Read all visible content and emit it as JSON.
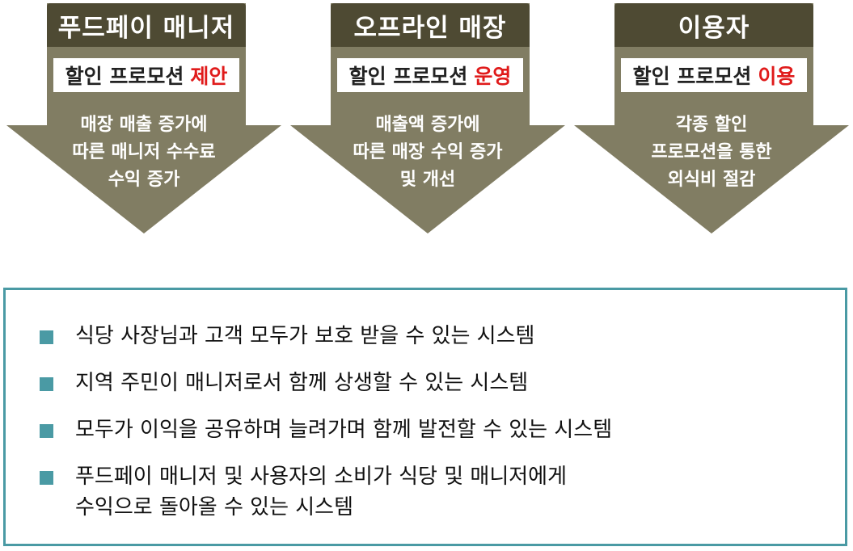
{
  "columns": [
    {
      "title": "푸드페이 매니저",
      "sub_prefix": "할인 프로모션",
      "sub_highlight": "제안",
      "desc": [
        "매장 매출 증가에",
        "따른 매니저 수수료",
        "수익 증가"
      ]
    },
    {
      "title": "오프라인 매장",
      "sub_prefix": "할인 프로모션",
      "sub_highlight": "운영",
      "desc": [
        "매출액 증가에",
        "따른 매장 수익 증가",
        "및 개선"
      ]
    },
    {
      "title": "이용자",
      "sub_prefix": "할인 프로모션",
      "sub_highlight": "이용",
      "desc": [
        "각종 할인",
        "프로모션을 통한",
        "외식비 절감"
      ]
    }
  ],
  "benefits": [
    [
      "식당 사장님과 고객 모두가 보호 받을 수 있는 시스템"
    ],
    [
      "지역 주민이 매니저로서 함께 상생할 수 있는 시스템"
    ],
    [
      "모두가 이익을 공유하며 늘려가며 함께 발전할 수 있는 시스템"
    ],
    [
      "푸드페이 매니저 및 사용자의 소비가 식당 및 매니저에게",
      "수익으로 돌아올 수 있는 시스템"
    ]
  ],
  "colors": {
    "arrow": "#817d63",
    "header": "#4e4a33",
    "highlight": "#e01b1b",
    "accent": "#4a9aa4"
  }
}
